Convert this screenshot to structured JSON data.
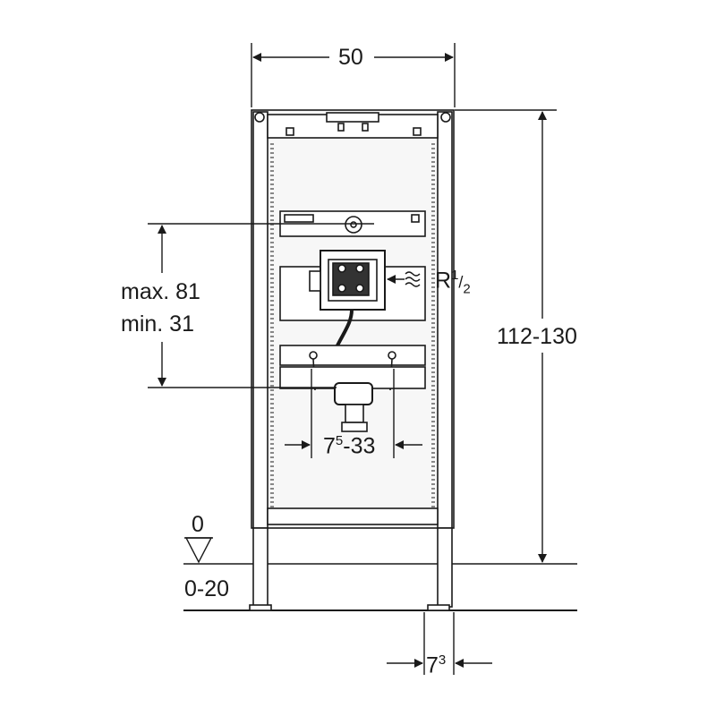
{
  "dimensions": {
    "width": {
      "value": "50"
    },
    "height": {
      "value": "112-130"
    },
    "connection_height": {
      "max_label": "max. 81",
      "min_label": "min. 31"
    },
    "pipe_spacing": {
      "base": "7",
      "sup": "5",
      "rest": "-33"
    },
    "foot_width": {
      "base": "7",
      "sup": "3"
    },
    "floor_level": {
      "zero": "0",
      "range": "0-20"
    },
    "thread": {
      "symbol": "≈",
      "base": "R",
      "sup": "1",
      "slash": "/",
      "sub": "2"
    }
  },
  "colors": {
    "line": "#1a1a1a",
    "frame_fill": "#f2f2f2"
  }
}
